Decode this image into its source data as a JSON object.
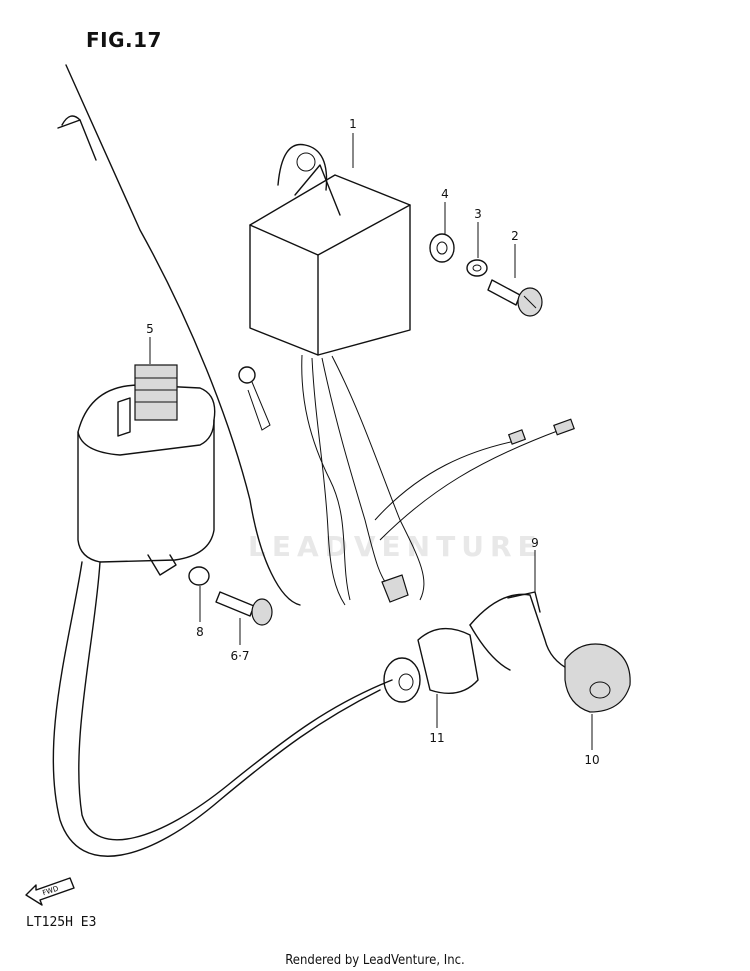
{
  "figure": {
    "title": "FIG.17"
  },
  "model_code": "LT125H  E3",
  "footer": "Rendered by LeadVenture, Inc.",
  "watermark": "LEADVENTURE",
  "fwd_label": "FWD",
  "callouts": [
    {
      "id": "1",
      "label": "1"
    },
    {
      "id": "2",
      "label": "2"
    },
    {
      "id": "3",
      "label": "3"
    },
    {
      "id": "4",
      "label": "4"
    },
    {
      "id": "5",
      "label": "5"
    },
    {
      "id": "6-7",
      "label": "6·7"
    },
    {
      "id": "8",
      "label": "8"
    },
    {
      "id": "9",
      "label": "9"
    },
    {
      "id": "10",
      "label": "10"
    },
    {
      "id": "11",
      "label": "11"
    }
  ]
}
